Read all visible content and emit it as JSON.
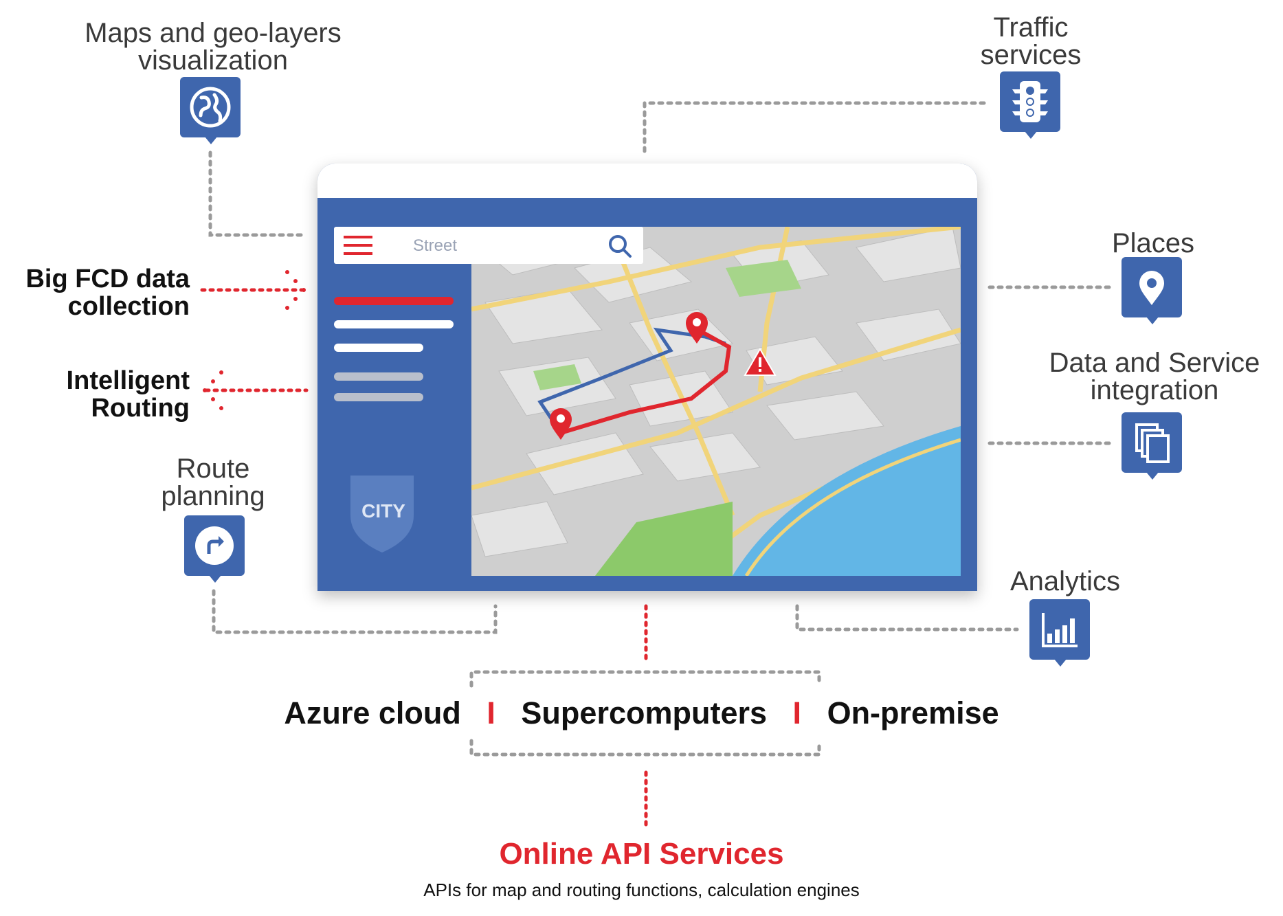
{
  "labels": {
    "maps": "Maps and geo-layers visualization",
    "traffic": "Traffic services",
    "places": "Places",
    "integration": "Data and Service integration",
    "analytics": "Analytics",
    "route_planning": "Route planning",
    "big_fcd": "Big FCD data collection",
    "intelligent_routing": "Intelligent Routing"
  },
  "device": {
    "search_placeholder": "Street",
    "city_badge": "CITY"
  },
  "storage": {
    "options": [
      "Azure cloud",
      "Supercomputers",
      "On-premise"
    ],
    "separator": "I"
  },
  "api": {
    "title": "Online API Services",
    "subtitle": "APIs for map and routing functions, calculation engines"
  },
  "colors": {
    "brand_blue": "#3f66ad",
    "accent_red": "#e0262e",
    "dotted_gray": "#9a9a9a",
    "route_blue": "#3f66ad"
  },
  "icons": [
    "globe-icon",
    "traffic-light-icon",
    "location-pin-icon",
    "copy-documents-icon",
    "bar-chart-icon",
    "turn-right-icon",
    "hamburger-menu-icon",
    "search-icon",
    "warning-icon"
  ]
}
